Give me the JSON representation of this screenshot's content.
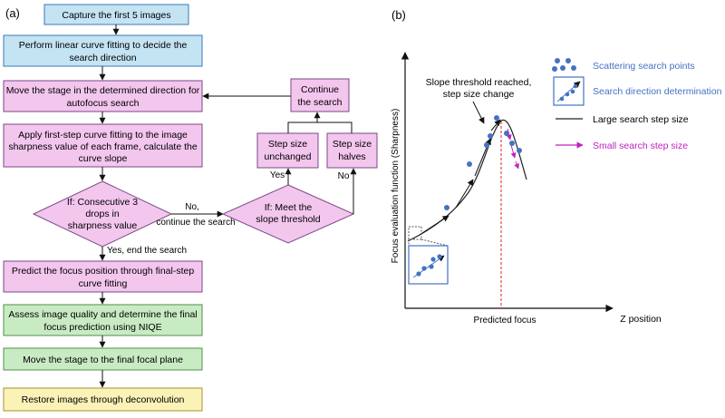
{
  "panel_a": {
    "label": "(a)",
    "steps": {
      "capture": "Capture the first 5 images",
      "linear_fit": [
        "Perform linear curve fitting to decide the",
        "search direction"
      ],
      "move_stage": [
        "Move the stage in the determined direction for",
        "autofocus search"
      ],
      "first_step_fit": [
        "Apply first-step curve fitting to the image",
        "sharpness value of each frame, calculate the",
        "curve slope"
      ],
      "drops_decision": [
        "If: Consecutive 3",
        "drops in",
        "sharpness value"
      ],
      "slope_decision": [
        "If: Meet the",
        "slope threshold"
      ],
      "step_unchanged": [
        "Step size",
        "unchanged"
      ],
      "step_halves": [
        "Step size",
        "halves"
      ],
      "continue_search": [
        "Continue",
        "the search"
      ],
      "predict_focus": [
        "Predict the focus position through final-step",
        "curve fitting"
      ],
      "assess_quality": [
        "Assess image quality and determine the final",
        "focus prediction using NIQE"
      ],
      "move_final": "Move the stage to the final focal plane",
      "restore": "Restore images through deconvolution"
    },
    "edge_labels": {
      "no_continue": [
        "No,",
        "continue the search"
      ],
      "yes_end": "Yes, end the search",
      "yes": "Yes",
      "no": "No"
    },
    "colors": {
      "blue_fill": "#c4e3f3",
      "blue_stroke": "#3a78b5",
      "pink_fill": "#f3c6ee",
      "pink_stroke": "#7a4a86",
      "green_fill": "#c9ebc4",
      "green_stroke": "#4f8f4a",
      "yellow_fill": "#fbf2b8",
      "yellow_stroke": "#a5942e"
    }
  },
  "panel_b": {
    "label": "(b)",
    "y_axis_label": "Focus evaluation function (Sharpness)",
    "x_axis_label": "Z position",
    "predicted_focus_label": "Predicted focus",
    "annotation": [
      "Slope threshold reached,",
      "step size change"
    ],
    "legend": {
      "scatter": "Scattering search points",
      "direction": "Search direction determination",
      "large_step": "Large search step size",
      "small_step": "Small search step size"
    },
    "colors": {
      "point": "#4472c4",
      "small_step": "#c020c0",
      "focus_line": "#e02020",
      "legend_blue": "#4472c4"
    }
  }
}
